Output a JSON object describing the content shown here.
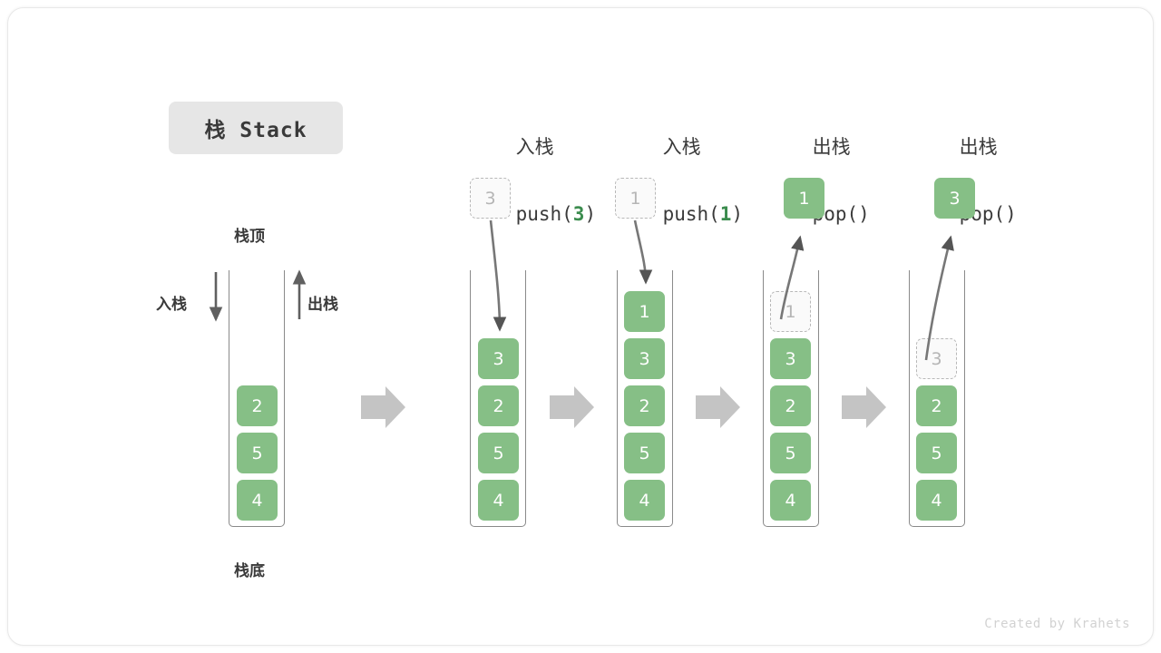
{
  "title_badge": {
    "text": "栈 Stack"
  },
  "labels": {
    "top": "栈顶",
    "bottom": "栈底",
    "push_side": "入栈",
    "pop_side": "出栈"
  },
  "credit": "Created by Krahets",
  "colors": {
    "element_green": "#86bf86",
    "accent_green": "#3b8c4e",
    "ghost_border": "#b8b8b8",
    "ghost_text": "#b5b5b5",
    "arrow_gray": "#606060",
    "flow_arrow_gray": "#c4c4c4",
    "wall_gray": "#8a8a8a",
    "text_dark": "#3a3a3a",
    "badge_bg": "#e6e6e6",
    "credit_gray": "#d2d2d2"
  },
  "columns": [
    {
      "id": "initial",
      "header_cn": "",
      "header_op": "",
      "stack": [
        "2",
        "5",
        "4"
      ],
      "ghost_in_stack": null,
      "floating_box": null,
      "floating_kind": null
    },
    {
      "id": "push-3",
      "header_cn": "入栈",
      "header_op_prefix": "push(",
      "header_op_value": "3",
      "header_op_suffix": ")",
      "stack": [
        "3",
        "2",
        "5",
        "4"
      ],
      "ghost_in_stack": null,
      "floating_box": "3",
      "floating_kind": "ghost"
    },
    {
      "id": "push-1",
      "header_cn": "入栈",
      "header_op_prefix": "push(",
      "header_op_value": "1",
      "header_op_suffix": ")",
      "stack": [
        "1",
        "3",
        "2",
        "5",
        "4"
      ],
      "ghost_in_stack": null,
      "floating_box": "1",
      "floating_kind": "ghost"
    },
    {
      "id": "pop-1",
      "header_cn": "出栈",
      "header_op_prefix": "pop(",
      "header_op_value": "",
      "header_op_suffix": ")",
      "stack": [
        "3",
        "2",
        "5",
        "4"
      ],
      "ghost_in_stack": "1",
      "floating_box": "1",
      "floating_kind": "solid"
    },
    {
      "id": "pop-3",
      "header_cn": "出栈",
      "header_op_prefix": "pop(",
      "header_op_value": "",
      "header_op_suffix": ")",
      "stack": [
        "2",
        "5",
        "4"
      ],
      "ghost_in_stack": "3",
      "floating_box": "3",
      "floating_kind": "solid"
    }
  ],
  "flow_arrows": 4
}
